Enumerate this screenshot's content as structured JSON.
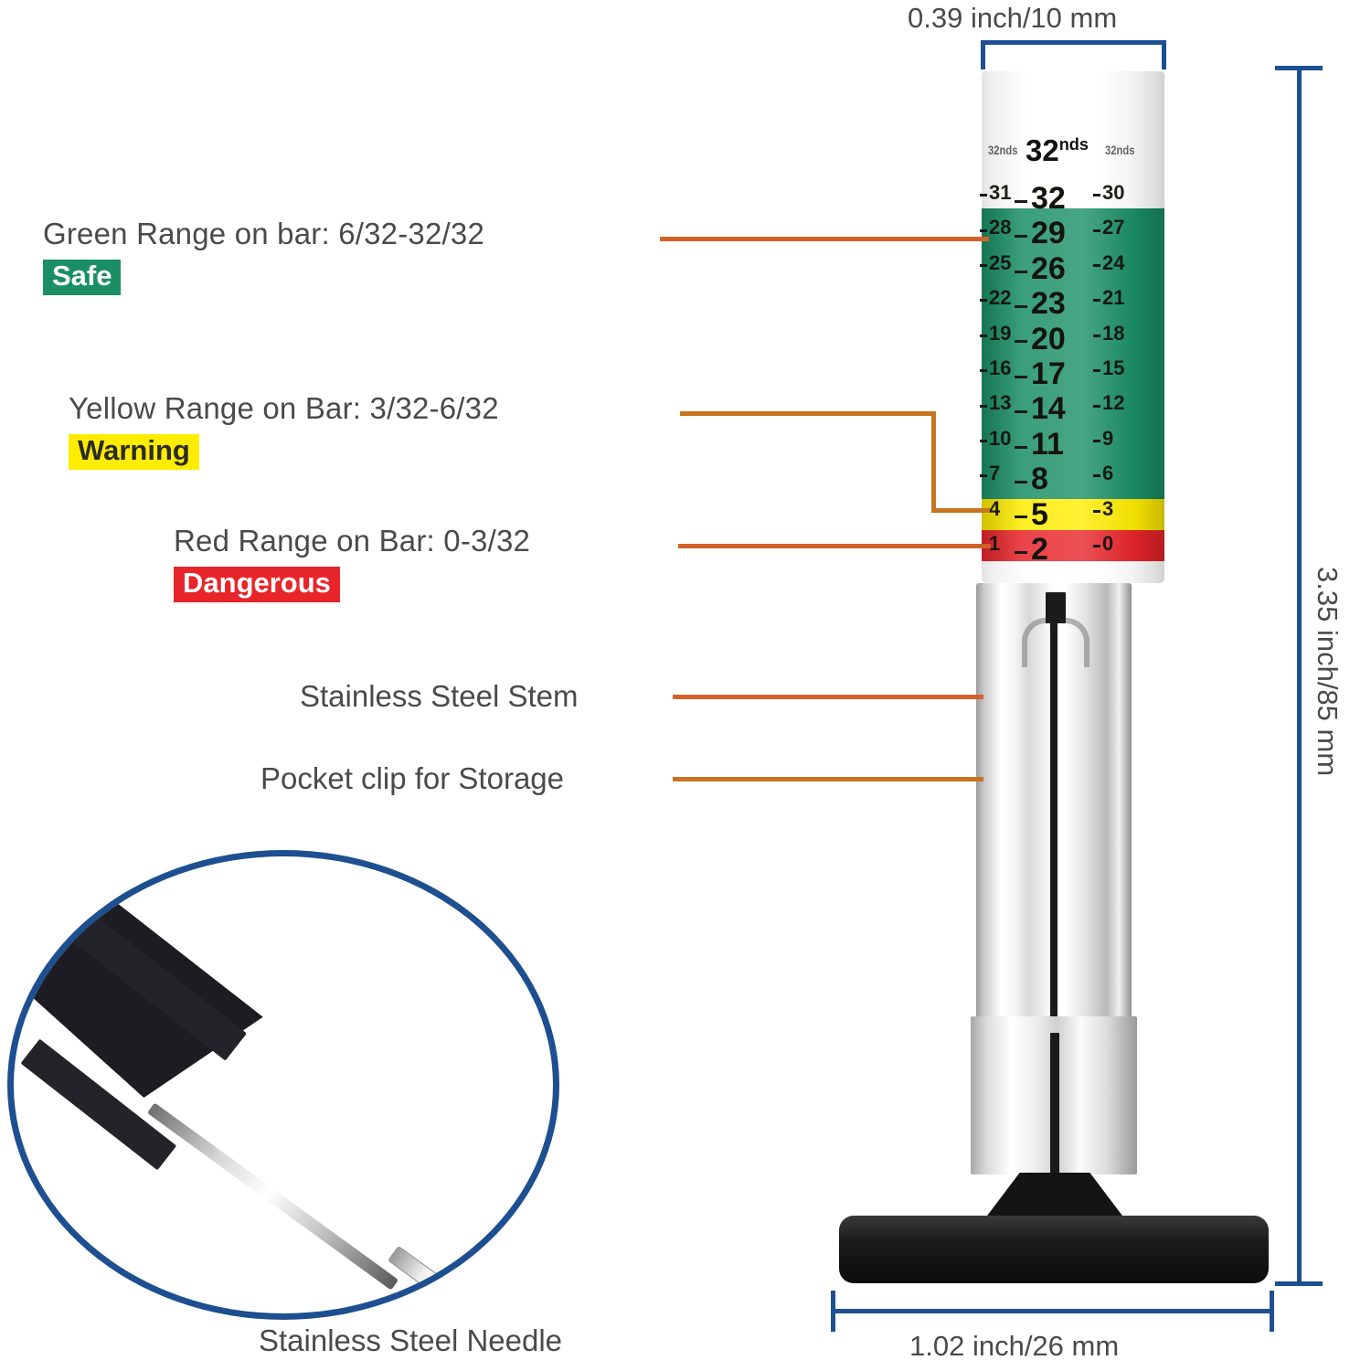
{
  "callouts": [
    {
      "id": "green",
      "title": "Green Range on bar: 6/32-32/32",
      "badge": "Safe",
      "badge_bg": "#1a8f66",
      "badge_fg": "#ffffff"
    },
    {
      "id": "yellow",
      "title": "Yellow Range on Bar: 3/32-6/32",
      "badge": "Warning",
      "badge_bg": "#ffec00",
      "badge_fg": "#2b2b2b"
    },
    {
      "id": "red",
      "title": "Red Range on Bar: 0-3/32",
      "badge": "Dangerous",
      "badge_bg": "#e8252a",
      "badge_fg": "#ffffff"
    }
  ],
  "part_labels": {
    "stem": "Stainless Steel Stem",
    "clip": "Pocket clip for Storage",
    "needle": "Stainless Steel Needle"
  },
  "dimensions": {
    "width_top": "0.39 inch/10 mm",
    "height_right": "3.35 inch/85 mm",
    "width_bottom": "1.02 inch/26 mm",
    "line_color": "#1d4f91"
  },
  "gauge": {
    "header": "32",
    "header_sup": "nds",
    "header_side_left": "32nds",
    "header_side_right": "32nds",
    "bands": [
      {
        "name": "green",
        "color": "#1a8f66",
        "range": "6/32-32/32"
      },
      {
        "name": "yellow",
        "color": "#ffec00",
        "range": "3/32-6/32"
      },
      {
        "name": "red",
        "color": "#e8252a",
        "range": "0-3/32"
      }
    ],
    "scale_center": [
      "32",
      "29",
      "26",
      "23",
      "20",
      "17",
      "14",
      "11",
      "8",
      "5",
      "2"
    ],
    "scale_left": [
      "31",
      "28",
      "25",
      "22",
      "19",
      "16",
      "13",
      "10",
      "7",
      "4",
      "1"
    ],
    "scale_right": [
      "30",
      "27",
      "24",
      "21",
      "18",
      "15",
      "12",
      "9",
      "6",
      "3",
      "0"
    ]
  },
  "leader_color": "#d2622a"
}
